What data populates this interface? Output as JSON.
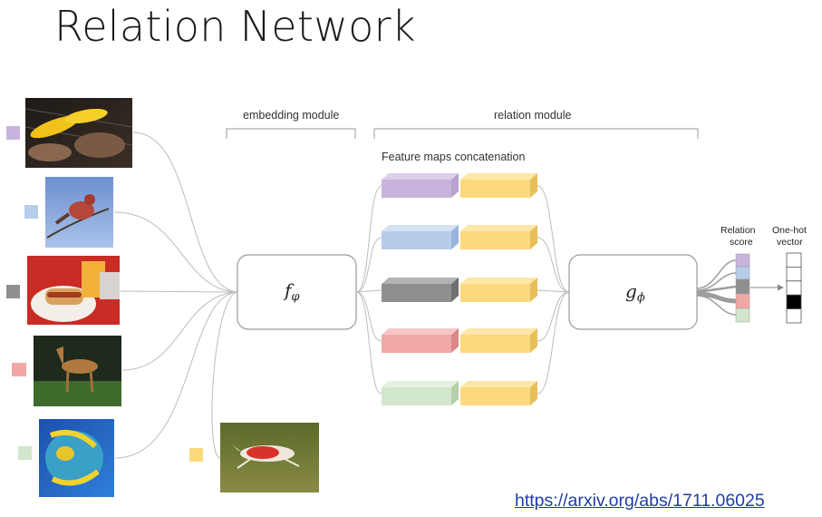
{
  "title": "Relation Network",
  "link_text": "https://arxiv.org/abs/1711.06025",
  "labels": {
    "embedding": "embedding module",
    "relation": "relation module",
    "feature_maps": "Feature maps concatenation",
    "relation_score_1": "Relation",
    "relation_score_2": "score",
    "onehot_1": "One-hot",
    "onehot_2": "vector",
    "f_main": "f",
    "f_sub": "φ",
    "g_main": "g",
    "g_sub": "ϕ"
  },
  "images": [
    {
      "name": "corn-steak-photo",
      "class": "grill food"
    },
    {
      "name": "bird-photo",
      "class": "bird"
    },
    {
      "name": "hotdog-photo",
      "class": "hot dog"
    },
    {
      "name": "dog-standing-photo",
      "class": "dog"
    },
    {
      "name": "fish-photo",
      "class": "angelfish"
    },
    {
      "name": "query-dog-running-photo",
      "class": "query dog"
    }
  ],
  "colors": {
    "purple": "#c8b3dd",
    "blue": "#b6cdea",
    "gray": "#8f8f8f",
    "pink": "#f2a7a7",
    "green": "#d2e6cc",
    "yellow": "#fbd97c",
    "link": "#1f3da6"
  },
  "onehot_vector": [
    0,
    0,
    0,
    1,
    0
  ]
}
